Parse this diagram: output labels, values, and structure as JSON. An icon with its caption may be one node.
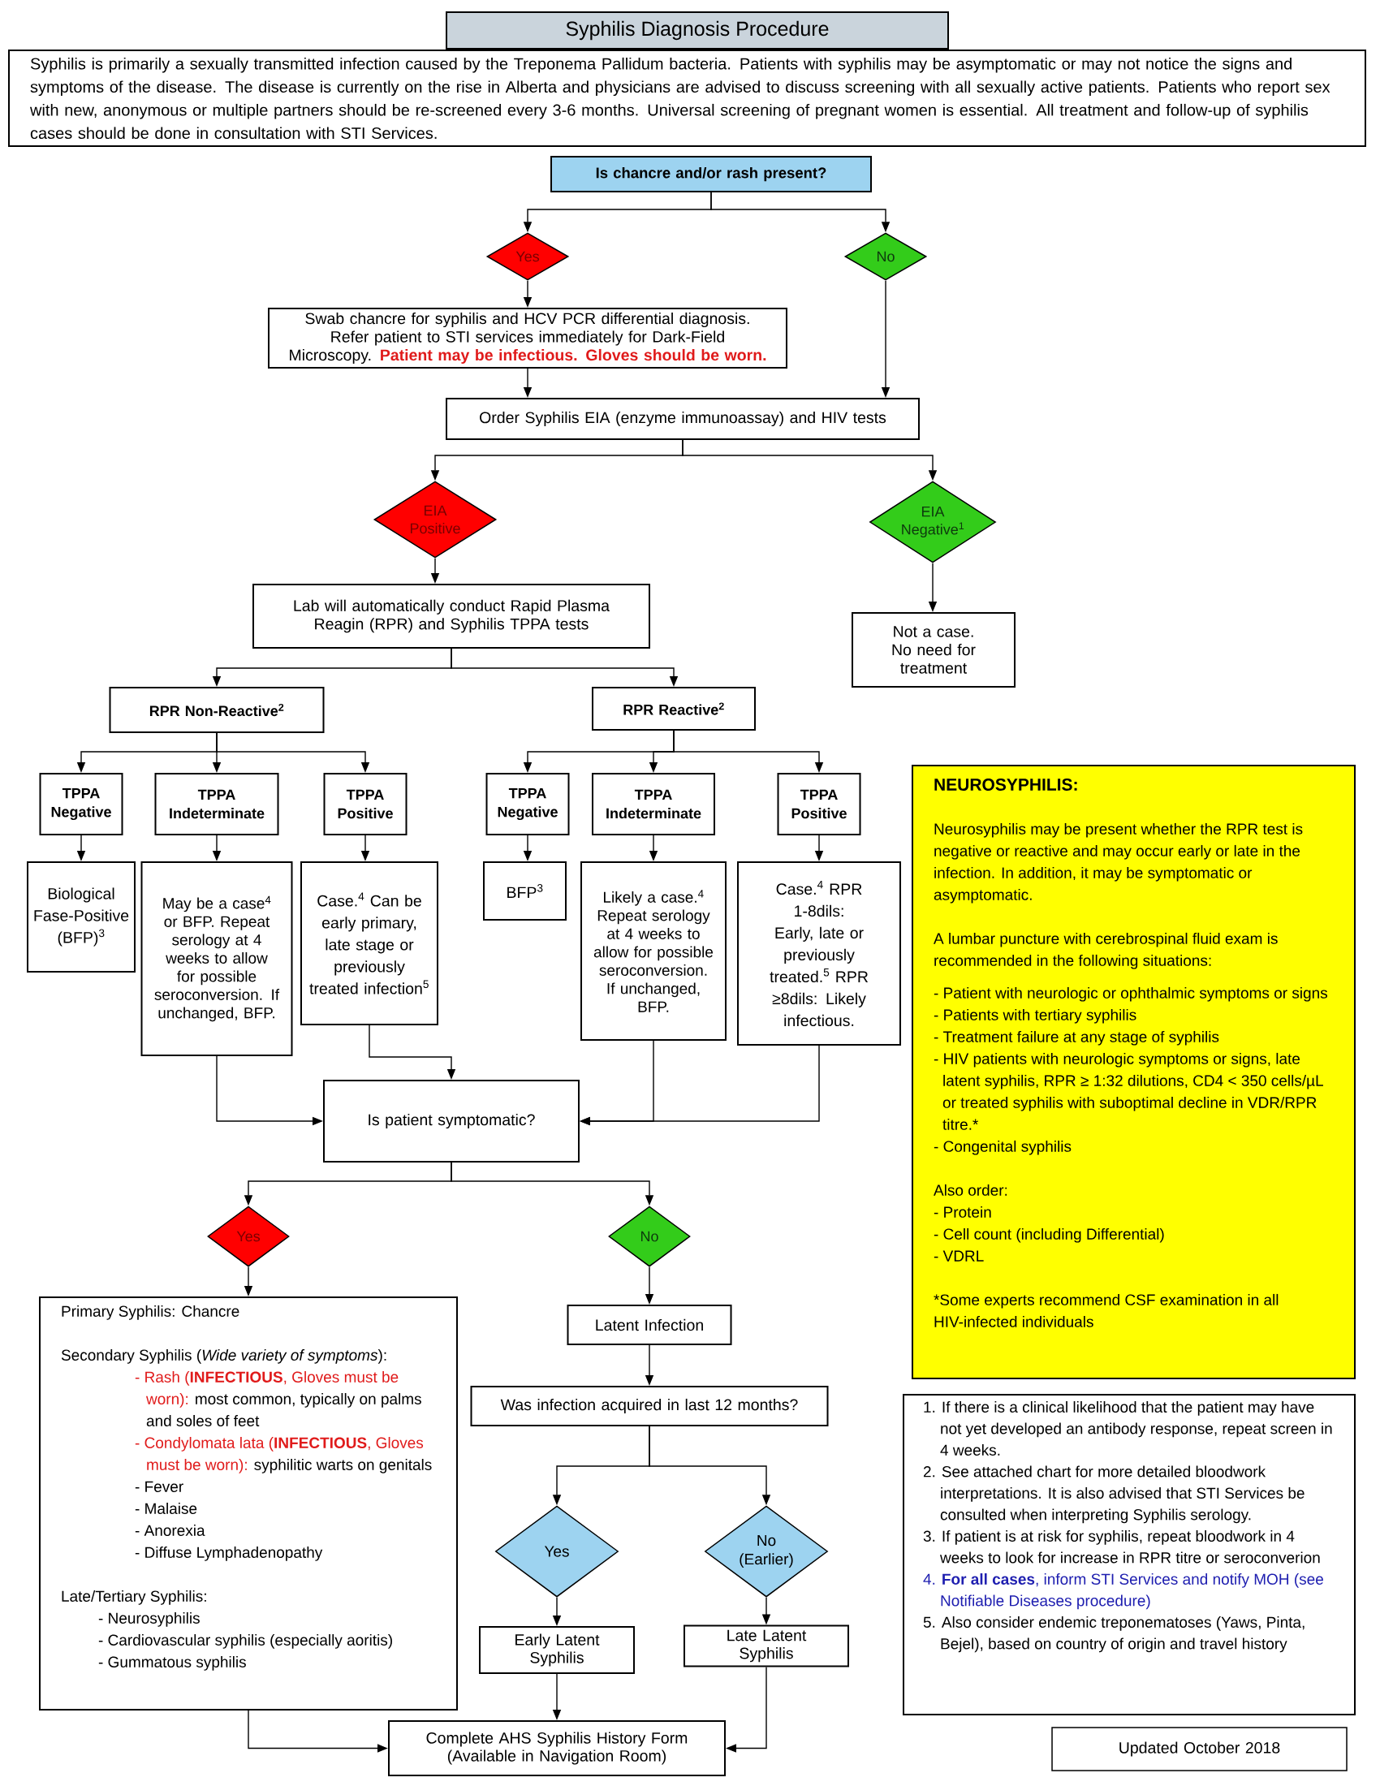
{
  "diagram": {
    "title": "Syphilis Diagnosis Procedure",
    "nodes": [
      {
        "text": [
          "Syphilis is primarily a sexually transmitted infection caused by the Treponema Pallidum bacteria. Patients with syphilis may be asymptomatic or may not notice the signs and symptoms of the disease. The disease is currently on the rise in Alberta and physicians are advised to discuss screening with all sexually active patients. Patients who report sex with new, anonymous or multiple partners should be re-screened every 3-6 months. Universal screening of pregnant women is essential. All treatment and follow-up of syphilis cases should be done in consultation with STI Services."
        ]
      },
      {
        "text": [
          "Is chancre and/or rash present?"
        ]
      },
      {
        "text": [
          "Yes"
        ]
      },
      {
        "text": [
          "No"
        ]
      },
      {
        "text": [
          "Swab chancre for syphilis and HCV PCR differential diagnosis. Refer patient to STI services immediately for Dark-Field Microscopy.",
          "Patient may be infectious. Gloves should be worn."
        ]
      },
      {
        "text": [
          "Order Syphilis EIA (enzyme immunoassay) and HIV tests"
        ]
      },
      {
        "text": [
          "EIA Positive"
        ]
      },
      {
        "text": [
          "EIA Negative$^{1}$"
        ]
      },
      {
        "text": [
          "Lab will automatically conduct Rapid Plasma Reagin (RPR) and Syphilis TPPA tests"
        ]
      },
      {
        "text": [
          "Not a case. No need for treatment"
        ]
      },
      {
        "text": [
          "RPR Non-Reactive$^{2}$"
        ]
      },
      {
        "text": [
          "RPR Reactive$^{2}$"
        ]
      },
      {
        "text": [
          "TPPA Negative"
        ]
      },
      {
        "text": [
          "TPPA Indeterminate"
        ]
      },
      {
        "text": [
          "TPPA Positive"
        ]
      },
      {
        "text": [
          "TPPA Negative"
        ]
      },
      {
        "text": [
          "TPPA Indeterminate"
        ]
      },
      {
        "text": [
          "TPPA Positive"
        ]
      },
      {
        "text": [
          "Biological Fase-Positive (BFP)$^{3}$"
        ]
      },
      {
        "text": [
          "May be a case$^{4}$ or BFP. Repeat serology at 4 weeks to allow for possible seroconversion. If unchanged, BFP."
        ]
      },
      {
        "text": [
          "Case.$^{4}$ Can be early primary, late stage or previously treated infection$^{5}$"
        ]
      },
      {
        "text": [
          "BFP$^{3}$"
        ]
      },
      {
        "text": [
          "Likely a case.$^{4}$ Repeat serology at 4 weeks to allow for possible seroconversion. If unchanged, BFP."
        ]
      },
      {
        "text": [
          "Case.$^{4}$ RPR 1-8dils: Early, late or previously treated.$^{5}$ RPR ≥8dils: Likely infectious."
        ]
      },
      {
        "text": [
          "Is patient symptomatic?"
        ]
      },
      {
        "text": [
          "Yes"
        ]
      },
      {
        "text": [
          "No"
        ]
      },
      {
        "text": [
          "Primary Syphilis: Chancre",
          "Secondary Syphilis (*Wide variety of symptoms*):",
          "- Rash (**INFECTIOUS**, Gloves must be worn):",
          "most common, typically on palms and soles of feet",
          "- Condylomata lata (**INFECTIOUS**, Gloves must be worn):",
          "syphilitic warts on genitals",
          "- Fever",
          "- Malaise",
          "- Anorexia",
          "- Diffuse Lymphadenopathy",
          "Late/Tertiary Syphilis:",
          "- Neurosyphilis",
          "- Cardiovascular syphilis (especially aoritis)",
          "- Gummatous syphilis"
        ]
      },
      {
        "text": [
          "Latent Infection"
        ]
      },
      {
        "text": [
          "Was infection acquired in last 12 months?"
        ]
      },
      {
        "text": [
          "Yes"
        ]
      },
      {
        "text": [
          "No (Earlier)"
        ]
      },
      {
        "text": [
          "Early Latent Syphilis"
        ]
      },
      {
        "text": [
          "Late Latent Syphilis"
        ]
      },
      {
        "text": [
          "Complete AHS Syphilis History Form (Available in Navigation Room)"
        ]
      },
      {
        "text": [
          "NEUROSYPHILIS:",
          "Neurosyphilis may be present whether the RPR test is negative or reactive and may occur early or late in the infection. In addition, it may be symptomatic or asymptomatic.",
          "A lumbar puncture with cerebrospinal fluid exam is recommended in the following situations:",
          "- Patient with neurologic or ophthalmic symptoms or signs",
          "- Patients with tertiary syphilis",
          "- Treatment failure at any stage of syphilis",
          "- HIV patients with neurologic symptoms or signs, late latent syphilis, RPR ≥ 1:32 dilutions, CD4 < 350 cells/µL or treated syphilis with suboptimal decline in VDR/RPR titre.*",
          "- Congenital syphilis",
          "Also order:",
          "- Protein",
          "- Cell count (including Differential)",
          "- VDRL",
          "*Some experts recommend CSF examination in all HIV-infected individuals"
        ]
      },
      {
        "text": [
          "1. If there is a clinical likelihood that the patient may have not yet developed an antibody response, repeat screen in 4 weeks.",
          "2. See attached chart for more detailed bloodwork interpretations. It is also advised that STI Services be consulted when interpreting Syphilis serology.",
          "3. If patient is at risk for syphilis, repeat bloodwork in 4 weeks to look for increase in RPR titre or seroconverion",
          "4. **For all cases**, inform STI Services and notify MOH (see Notifiable Diseases procedure)",
          "5. Also consider endemic treponematoses (Yaws, Pinta, Bejel), based on country of origin and travel history"
        ]
      },
      {
        "text": [
          "Updated October 2018"
        ]
      }
    ],
    "edges": [
      {
        "from": 1,
        "to": 2,
        "arrow": "to"
      },
      {
        "from": 1,
        "to": 3,
        "arrow": "to"
      },
      {
        "from": 2,
        "to": 4,
        "arrow": "to"
      },
      {
        "from": 3,
        "to": 5,
        "arrow": "to"
      },
      {
        "from": 4,
        "to": 5,
        "arrow": "to"
      },
      {
        "from": 5,
        "to": 6,
        "arrow": "to"
      },
      {
        "from": 5,
        "to": 7,
        "arrow": "to"
      },
      {
        "from": 6,
        "to": 8,
        "arrow": "to"
      },
      {
        "from": 7,
        "to": 9,
        "arrow": "to"
      },
      {
        "from": 8,
        "to": 10,
        "arrow": "to"
      },
      {
        "from": 8,
        "to": 11,
        "arrow": "to"
      },
      {
        "from": 10,
        "to": 12,
        "arrow": "to"
      },
      {
        "from": 10,
        "to": 13,
        "arrow": "to"
      },
      {
        "from": 10,
        "to": 14,
        "arrow": "to"
      },
      {
        "from": 11,
        "to": 15,
        "arrow": "to"
      },
      {
        "from": 11,
        "to": 16,
        "arrow": "to"
      },
      {
        "from": 11,
        "to": 17,
        "arrow": "to"
      },
      {
        "from": 12,
        "to": 18,
        "arrow": "to"
      },
      {
        "from": 13,
        "to": 19,
        "arrow": "to"
      },
      {
        "from": 14,
        "to": 20,
        "arrow": "to"
      },
      {
        "from": 15,
        "to": 21,
        "arrow": "to"
      },
      {
        "from": 16,
        "to": 22,
        "arrow": "to"
      },
      {
        "from": 17,
        "to": 23,
        "arrow": "to"
      },
      {
        "from": 19,
        "to": 24,
        "arrow": "to"
      },
      {
        "from": 20,
        "to": 24,
        "arrow": "to"
      },
      {
        "from": 22,
        "to": 24,
        "arrow": "to"
      },
      {
        "from": 23,
        "to": 24,
        "arrow": "to"
      },
      {
        "from": 24,
        "to": 25,
        "arrow": "to"
      },
      {
        "from": 24,
        "to": 26,
        "arrow": "to"
      },
      {
        "from": 25,
        "to": 27,
        "arrow": "to"
      },
      {
        "from": 26,
        "to": 28,
        "arrow": "to"
      },
      {
        "from": 28,
        "to": 29,
        "arrow": "to"
      },
      {
        "from": 29,
        "to": 30,
        "arrow": "to"
      },
      {
        "from": 29,
        "to": 31,
        "arrow": "to"
      },
      {
        "from": 30,
        "to": 32,
        "arrow": "to"
      },
      {
        "from": 31,
        "to": 33,
        "arrow": "to"
      },
      {
        "from": 32,
        "to": 34,
        "arrow": "to"
      },
      {
        "from": 27,
        "to": 34,
        "arrow": "to"
      },
      {
        "from": 33,
        "to": 34,
        "arrow": "to"
      }
    ]
  }
}
